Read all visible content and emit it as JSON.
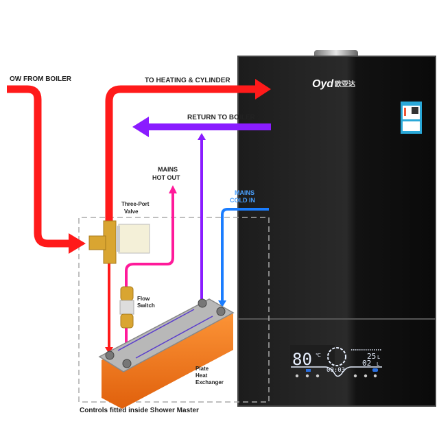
{
  "diagram": {
    "title": "Shower Master plate heat exchanger schematic",
    "labels": {
      "flow_from_boiler": "OW FROM BOILER",
      "to_heating": "TO HEATING & CYLINDER",
      "return_to_boiler": "RETURN TO BOILER",
      "mains_hot_out_1": "MAINS",
      "mains_hot_out_2": "HOT OUT",
      "mains_cold_in_1": "MAINS",
      "mains_cold_in_2": "COLD IN",
      "three_port_1": "Three-Port",
      "three_port_2": "Valve",
      "flow_switch_1": "Flow",
      "flow_switch_2": "Switch",
      "plate_1": "Plate",
      "plate_2": "Heat",
      "plate_3": "Exchanger",
      "caption": "Controls fitted inside Shower Master"
    },
    "colors": {
      "flow": "#ff1a1a",
      "return": "#8a1cff",
      "hot_out": "#ff1a9a",
      "cold_in": "#1a7dff",
      "exchanger_body": "#f47a20",
      "exchanger_top": "#b8b8b8",
      "brass": "#d9a531"
    }
  },
  "boiler": {
    "brand": "Oyd",
    "brand_cn": "欧亚达",
    "display": {
      "temperature": "80",
      "temp_unit": "℃",
      "timer": "00:03",
      "flow_rate": "25",
      "flow_unit": "L",
      "volume": "02",
      "volume_unit": "L"
    },
    "buttons": [
      "power",
      "user",
      "wifi",
      "mode",
      "eco",
      "flame"
    ]
  }
}
